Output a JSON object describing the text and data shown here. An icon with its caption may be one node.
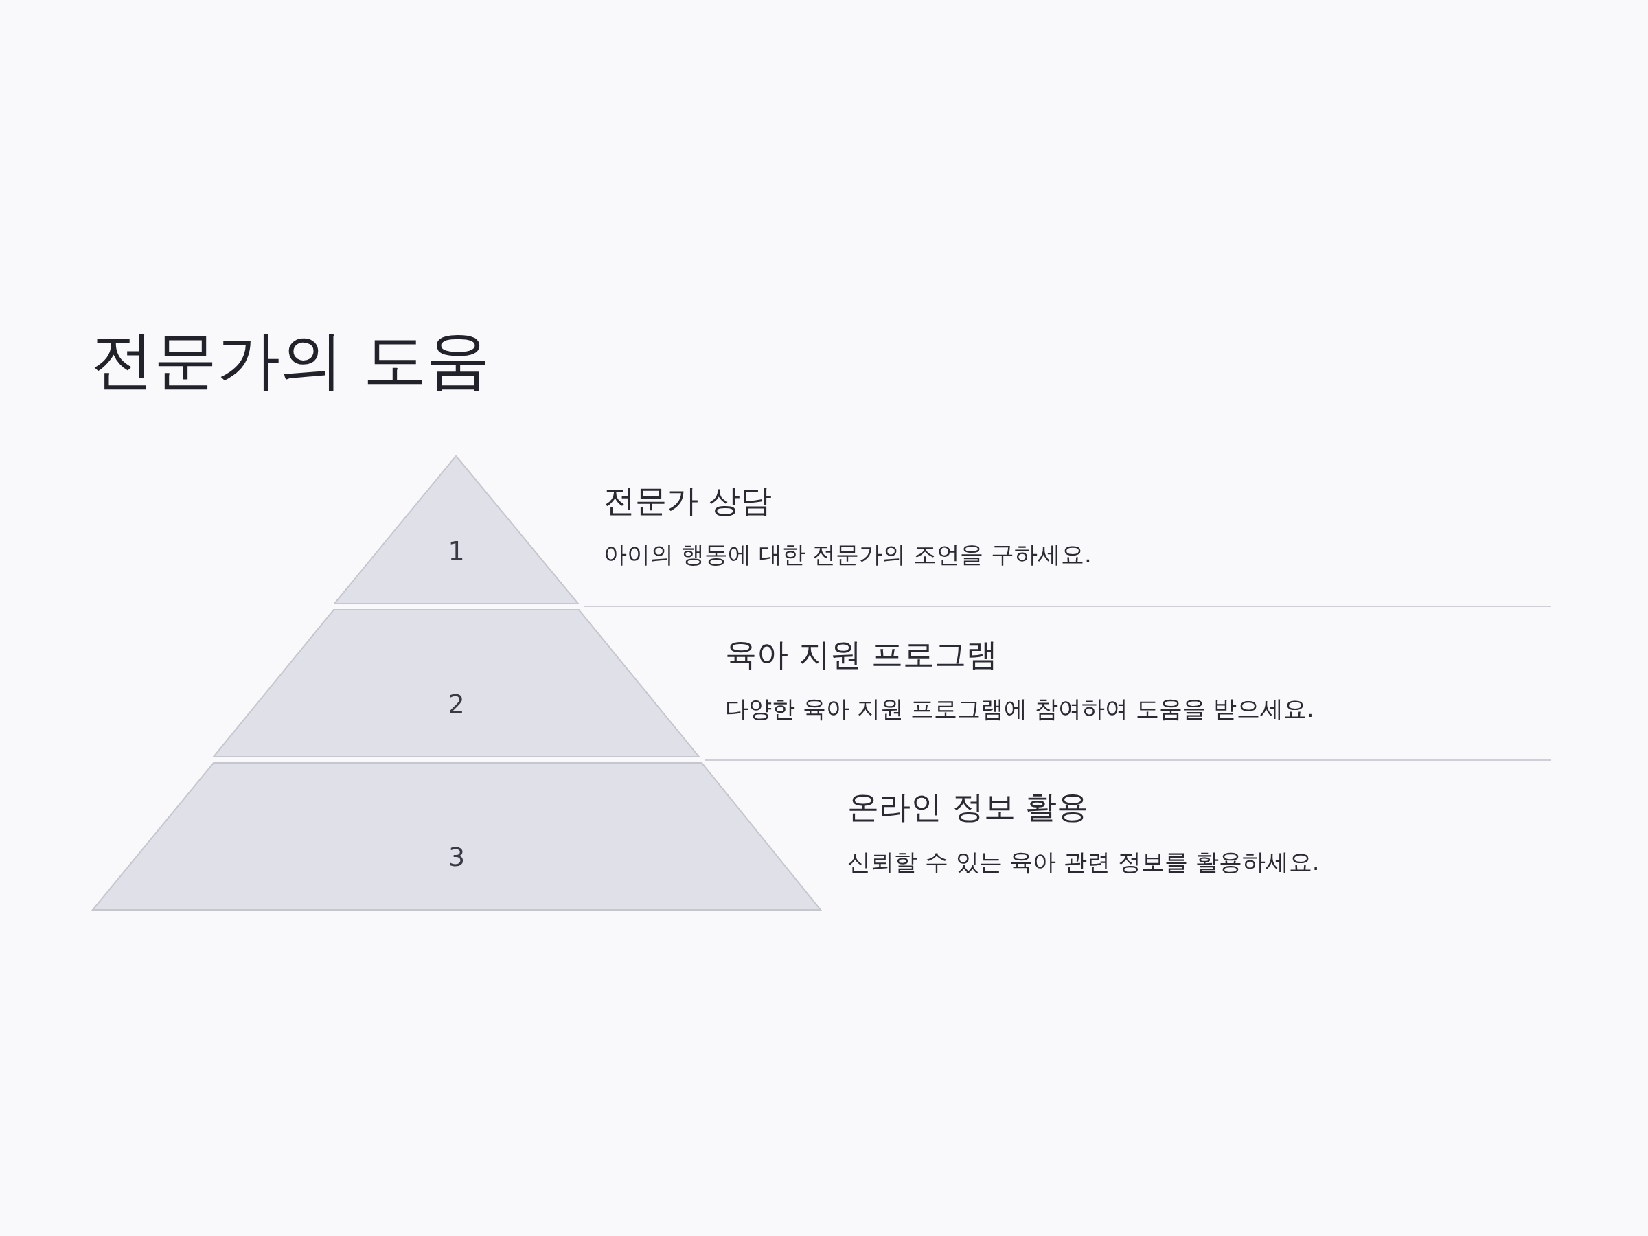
{
  "diagram": {
    "title": "전문가의 도움",
    "nodes": [
      {
        "text": [
          "1"
        ],
        "beside": [
          "전문가 상담",
          "아이의 행동에 대한 전문가의 조언을 구하세요."
        ]
      },
      {
        "text": [
          "2"
        ],
        "beside": [
          "육아 지원 프로그램",
          "다양한 육아 지원 프로그램에 참여하여 도움을 받으세요."
        ]
      },
      {
        "text": [
          "3"
        ],
        "beside": [
          "온라인 정보 활용",
          "신뢰할 수 있는 육아 관련 정보를 활용하세요."
        ]
      }
    ]
  }
}
